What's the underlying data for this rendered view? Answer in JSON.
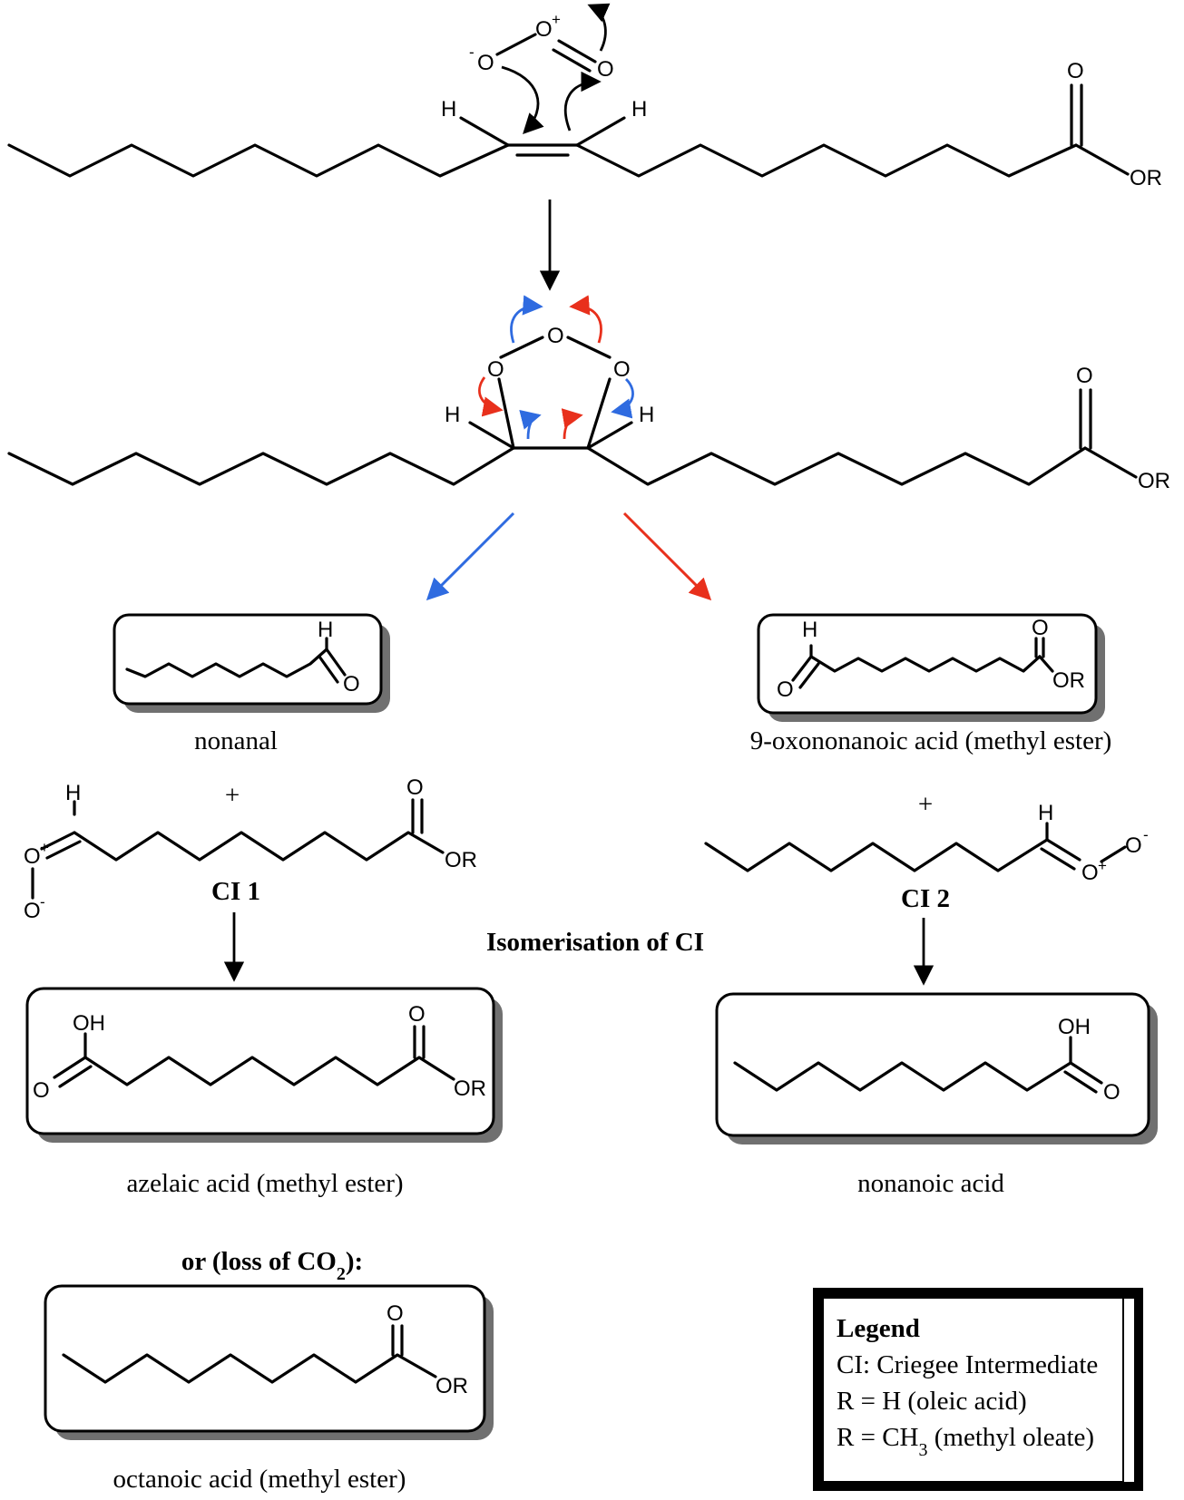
{
  "atoms": {
    "H": "H",
    "O": "O",
    "OR": "OR",
    "OH": "OH",
    "plus_charge": "+",
    "minus_charge": "-"
  },
  "plus_sign": "+",
  "products": {
    "nonanal": "nonanal",
    "oxononanoic": "9-oxononanoic acid (methyl ester)",
    "azelaic": "azelaic acid (methyl ester)",
    "nonanoic": "nonanoic acid",
    "octanoic": "octanoic acid (methyl ester)"
  },
  "criegee": {
    "ci1": "CI 1",
    "ci2": "CI 2",
    "ci1_color": "#2f6be0",
    "ci2_color": "#e8301c"
  },
  "isomerisation_label": "Isomerisation of CI",
  "loss_label": {
    "prefix": "or (loss of CO",
    "subscript": "2",
    "suffix": "):"
  },
  "legend": {
    "title": "Legend",
    "line1": "CI: Criegee Intermediate",
    "line2": "R = H (oleic acid)",
    "line3_prefix": "R = CH",
    "line3_sub": "3",
    "line3_suffix": " (methyl oleate)"
  },
  "colors": {
    "blue_pathway": "#2f6be0",
    "red_pathway": "#e8301c"
  }
}
